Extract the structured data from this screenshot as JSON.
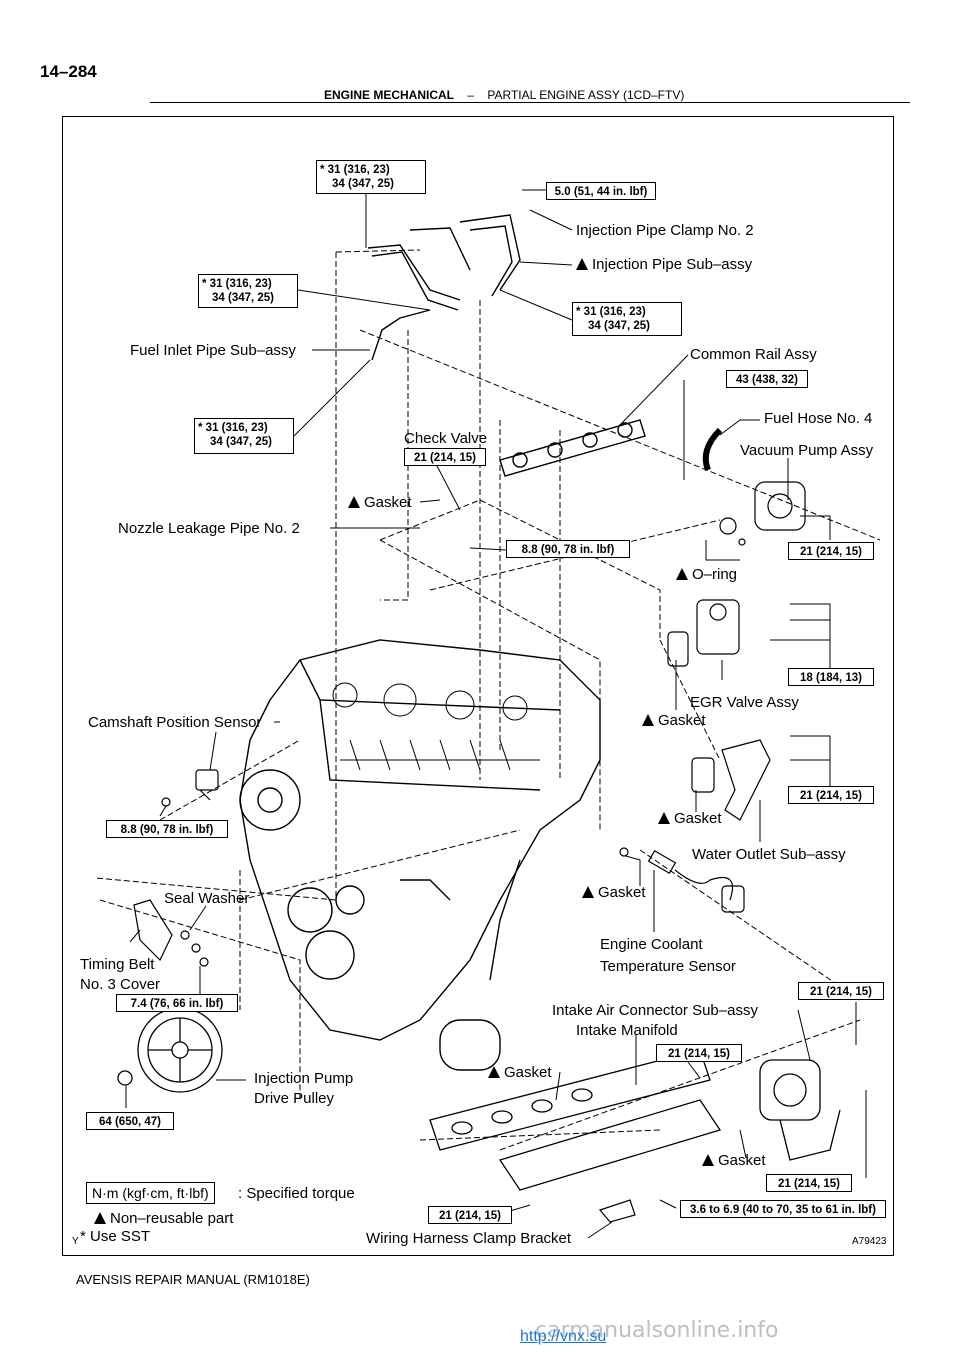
{
  "page": {
    "number": "14–284",
    "section": "ENGINE MECHANICAL",
    "separator": "–",
    "subsection": "PARTIAL ENGINE ASSY (1CD–FTV)",
    "figure_id": "A79423",
    "corner_mark": "Y",
    "footer": "AVENSIS REPAIR MANUAL   (RM1018E)",
    "watermark": "carmanualsonline.info",
    "watermark_link": "http://vnx.su"
  },
  "torque": {
    "t1a": "* 31 (316, 23)",
    "t1b": "34 (347, 25)",
    "t2": "5.0 (51, 44 in. lbf)",
    "t3a": "* 31 (316, 23)",
    "t3b": "34 (347, 25)",
    "t4a": "* 31 (316, 23)",
    "t4b": "34 (347, 25)",
    "t5": "43 (438, 32)",
    "t6a": "* 31 (316, 23)",
    "t6b": "34 (347, 25)",
    "t7": "21 (214, 15)",
    "t8": "8.8 (90, 78 in. lbf)",
    "t9": "21 (214, 15)",
    "t10": "18 (184, 13)",
    "t11": "21 (214, 15)",
    "t12": "8.8 (90, 78 in. lbf)",
    "t13": "7.4 (76, 66 in. lbf)",
    "t14": "21 (214, 15)",
    "t15": "21 (214, 15)",
    "t16": "64 (650, 47)",
    "t17": "21 (214, 15)",
    "t18": "21 (214, 15)",
    "t19": "3.6 to 6.9 (40 to 70, 35 to 61 in. lbf)"
  },
  "labels": {
    "injection_pipe_clamp": "Injection Pipe Clamp No. 2",
    "injection_pipe_sub": "Injection Pipe Sub–assy",
    "fuel_inlet_pipe": "Fuel Inlet Pipe Sub–assy",
    "common_rail": "Common Rail Assy",
    "fuel_hose": "Fuel Hose No. 4",
    "check_valve": "Check Valve",
    "vacuum_pump": "Vacuum Pump Assy",
    "gasket1": "Gasket",
    "nozzle_leakage": "Nozzle Leakage Pipe No. 2",
    "oring": "O–ring",
    "egr_valve": "EGR Valve Assy",
    "gasket2": "Gasket",
    "camshaft_sensor": "Camshaft Position Sensor",
    "gasket3": "Gasket",
    "water_outlet": "Water Outlet Sub–assy",
    "seal_washer": "Seal Washer",
    "gasket4": "Gasket",
    "coolant_sensor_1": "Engine Coolant",
    "coolant_sensor_2": "Temperature Sensor",
    "timing_belt_1": "Timing Belt",
    "timing_belt_2": "No. 3 Cover",
    "intake_air_connector": "Intake Air Connector Sub–assy",
    "intake_manifold": "Intake Manifold",
    "injection_pump_1": "Injection Pump",
    "injection_pump_2": "Drive Pulley",
    "gasket5": "Gasket",
    "gasket6": "Gasket",
    "wiring_bracket": "Wiring Harness Clamp Bracket"
  },
  "legend": {
    "unit_box": "N·m (kgf·cm, ft·lbf)",
    "unit_desc": ": Specified torque",
    "nonreusable": "Non–reusable part",
    "sst": "* Use SST"
  }
}
